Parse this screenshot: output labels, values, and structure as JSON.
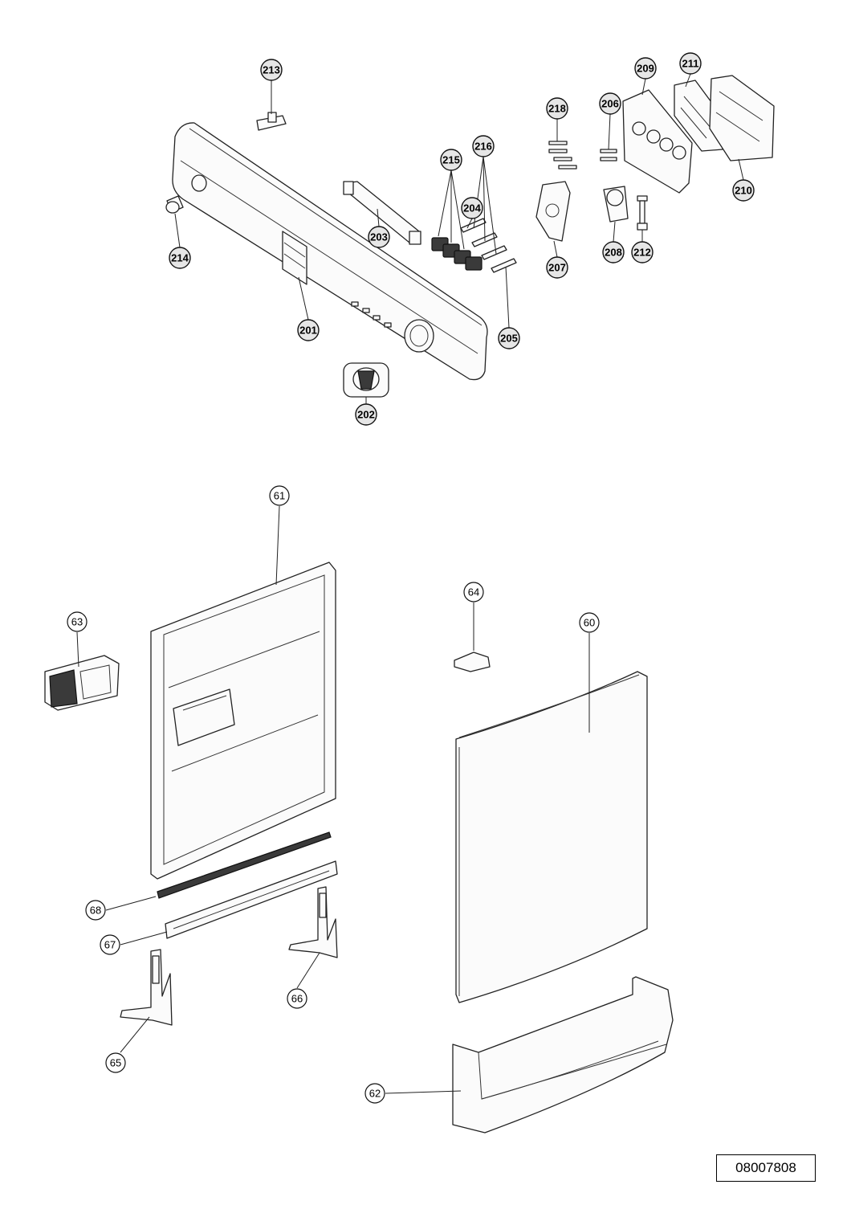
{
  "document_number": "08007808",
  "top_callouts": [
    "213",
    "201",
    "202",
    "203",
    "204",
    "205",
    "206",
    "207",
    "208",
    "209",
    "210",
    "211",
    "212",
    "214",
    "215",
    "216",
    "218"
  ],
  "bottom_callouts": [
    "61",
    "60",
    "62",
    "63",
    "64",
    "65",
    "66",
    "67",
    "68"
  ]
}
